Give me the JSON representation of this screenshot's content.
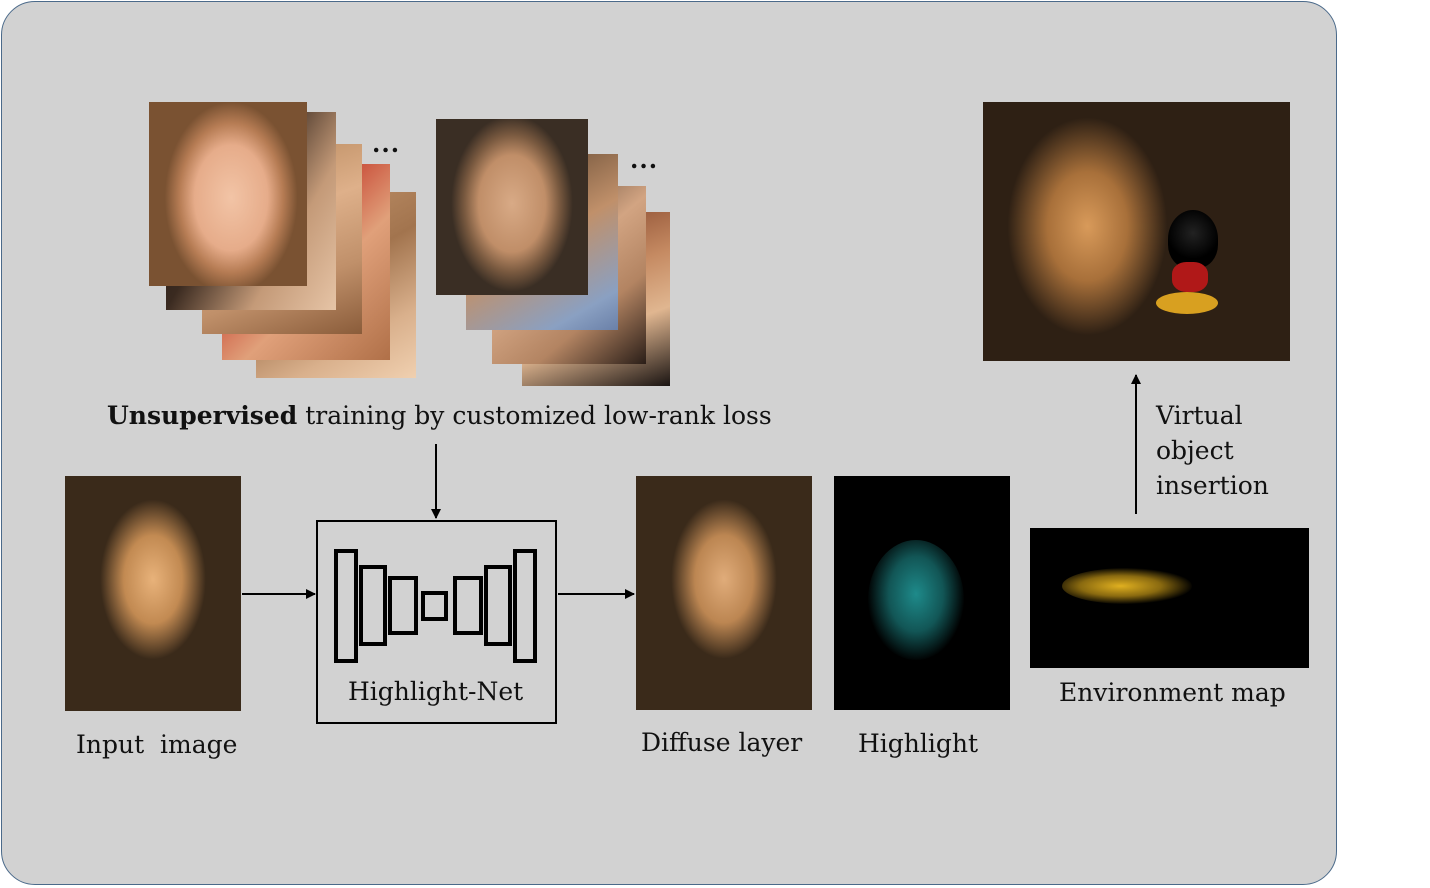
{
  "training": {
    "caption_bold": "Unsupervised",
    "caption_rest": "training by customized low-rank loss",
    "ellipsis_1": "...",
    "ellipsis_2": "..."
  },
  "network": {
    "label": "Highlight-Net"
  },
  "labels": {
    "input": "Input  image",
    "diffuse": "Diffuse layer",
    "highlight": "Highlight",
    "envmap": "Environment map",
    "insertion_1": "Virtual",
    "insertion_2": "object",
    "insertion_3": "insertion"
  },
  "colors": {
    "panel_bg": "#d2d2d2",
    "panel_border": "#4b6a8a",
    "highlight_glow": "#1e8a8a",
    "envmap_glow": "#e0b020"
  }
}
